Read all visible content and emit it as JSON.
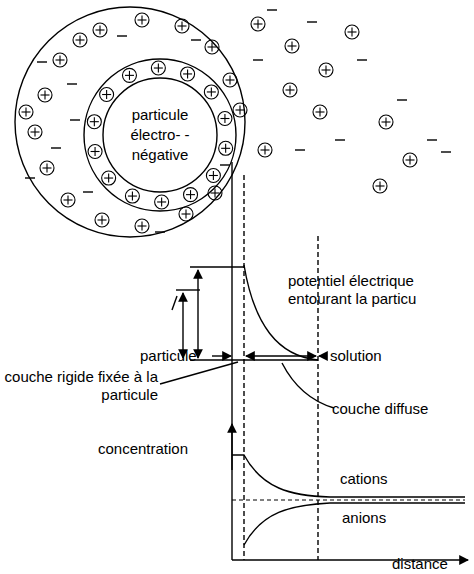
{
  "diagram": {
    "nodes": [
      {
        "text": [
          "particule électro- -négative"
        ]
      }
    ],
    "labels": [
      "potentiel électrique entourant la particu",
      "particule",
      "solution",
      "couche rigide fixée à la particule",
      "couche diffuse",
      "concentration",
      "cations",
      "anions",
      "distance"
    ]
  }
}
